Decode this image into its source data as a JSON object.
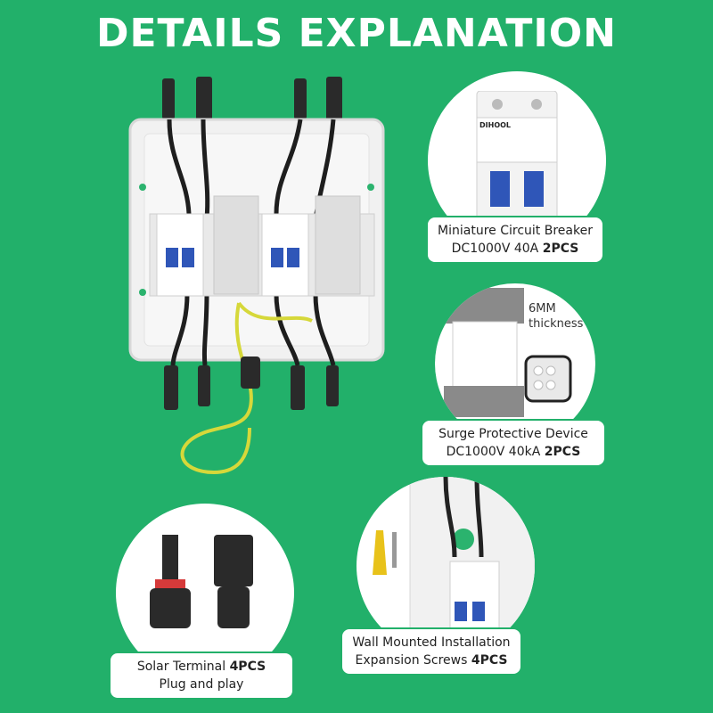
{
  "title": "DETAILS EXPLANATION",
  "mcb": {
    "line1": "Miniature Circuit Breaker",
    "spec": "DC1000V  40A ",
    "qty": "2PCS",
    "brand": "DIHOOL"
  },
  "spd": {
    "line1": "Surge Protective Device",
    "spec": "DC1000V  40kA ",
    "qty": "2PCS",
    "note_line1": "6MM",
    "note_line2": "thickness"
  },
  "terminal": {
    "line1": "Solar Terminal ",
    "qty": "4PCS",
    "line2": "Plug and play"
  },
  "wall": {
    "line1": "Wall Mounted Installation",
    "line2": "Expansion Screws ",
    "qty": "4PCS"
  },
  "colors": {
    "background": "#22b06a",
    "breaker_handle": "#2f56b8",
    "ground_wire": "#d6d83a"
  }
}
